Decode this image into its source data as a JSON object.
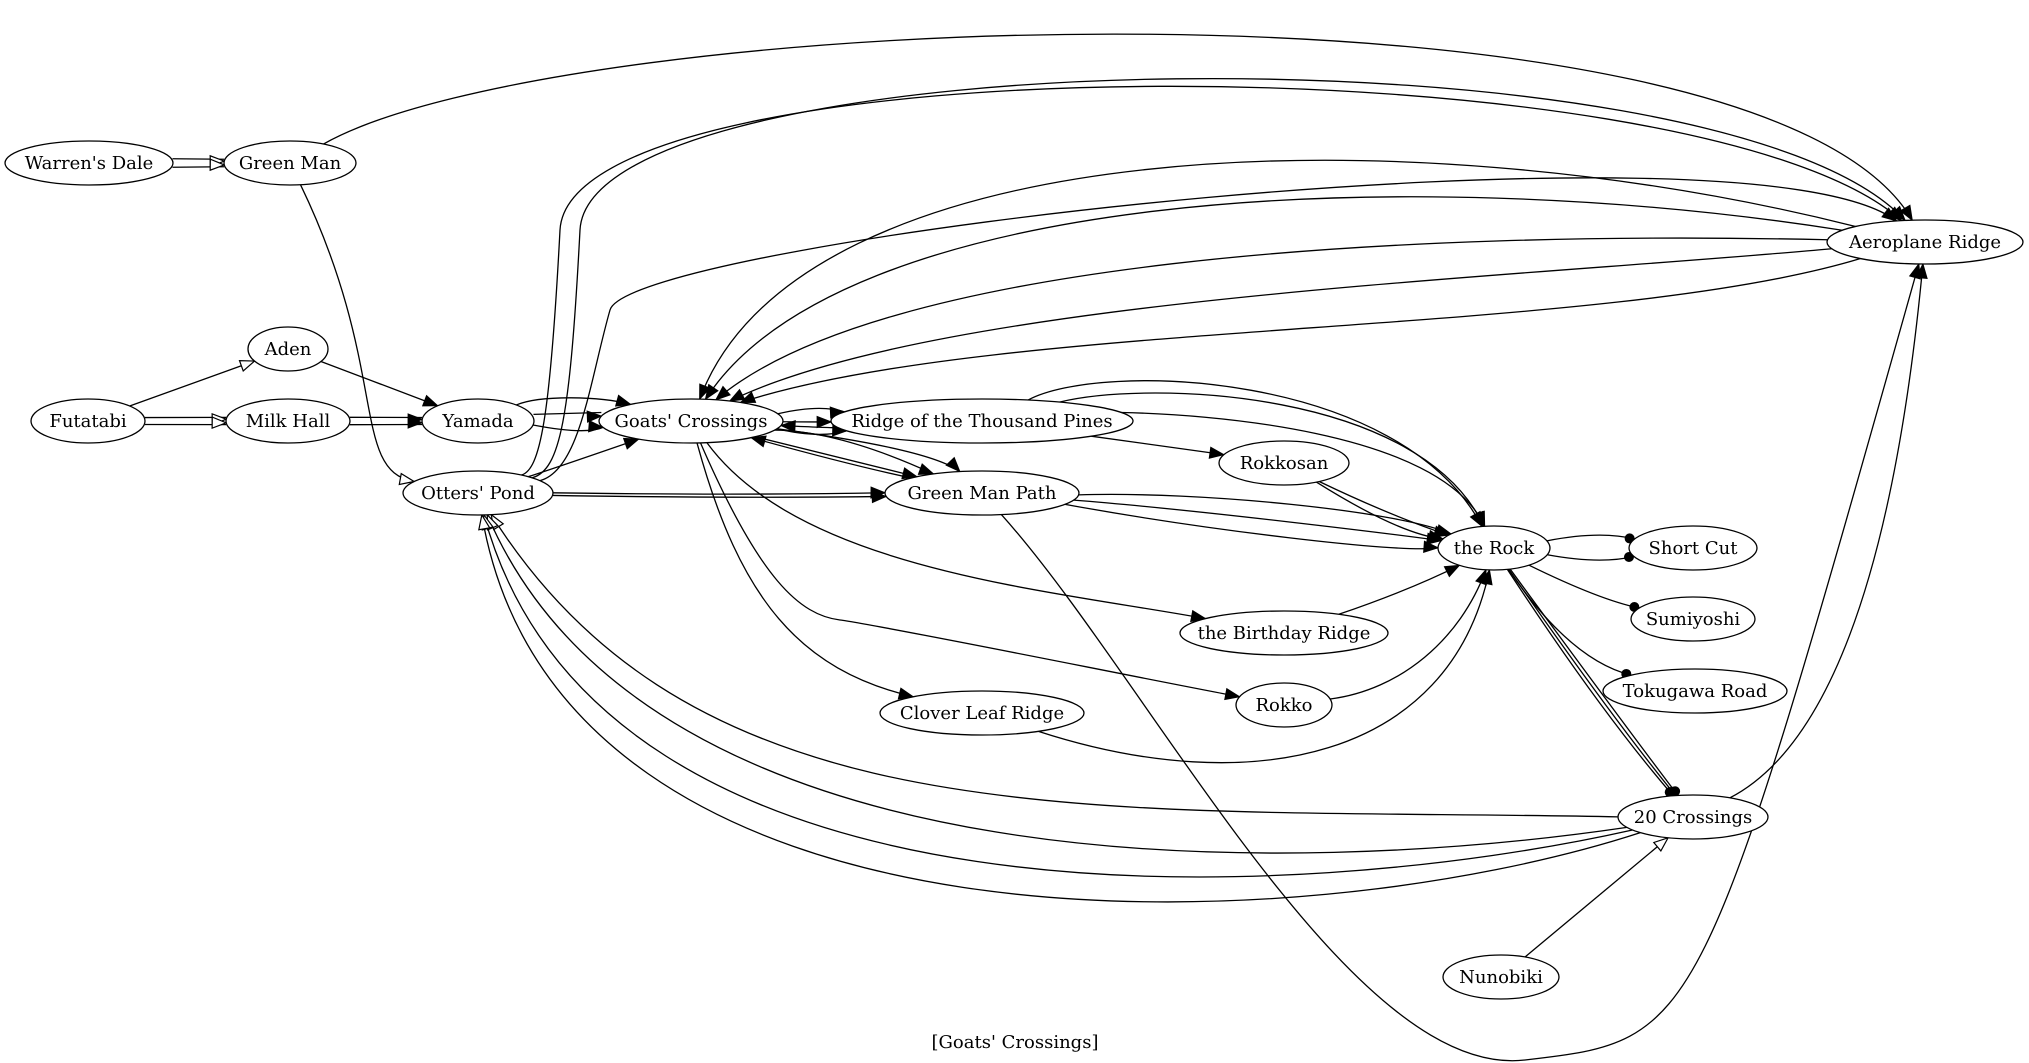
{
  "caption": "[Goats' Crossings]",
  "nodes": [
    {
      "id": "warrens_dale",
      "label": "Warren's Dale"
    },
    {
      "id": "green_man",
      "label": "Green Man"
    },
    {
      "id": "aden",
      "label": "Aden"
    },
    {
      "id": "futatabi",
      "label": "Futatabi"
    },
    {
      "id": "milk_hall",
      "label": "Milk Hall"
    },
    {
      "id": "yamada",
      "label": "Yamada"
    },
    {
      "id": "otters_pond",
      "label": "Otters' Pond"
    },
    {
      "id": "goats_crossings",
      "label": "Goats' Crossings"
    },
    {
      "id": "ridge_pines",
      "label": "Ridge of the Thousand Pines"
    },
    {
      "id": "green_man_path",
      "label": "Green Man Path"
    },
    {
      "id": "rokkosan",
      "label": "Rokkosan"
    },
    {
      "id": "the_rock",
      "label": "the Rock"
    },
    {
      "id": "short_cut",
      "label": "Short Cut"
    },
    {
      "id": "sumiyoshi",
      "label": "Sumiyoshi"
    },
    {
      "id": "tokugawa_road",
      "label": "Tokugawa Road"
    },
    {
      "id": "birthday_ridge",
      "label": "the Birthday Ridge"
    },
    {
      "id": "rokko",
      "label": "Rokko"
    },
    {
      "id": "clover_leaf_ridge",
      "label": "Clover Leaf Ridge"
    },
    {
      "id": "aeroplane_ridge",
      "label": "Aeroplane Ridge"
    },
    {
      "id": "twenty_crossings",
      "label": "20 Crossings"
    },
    {
      "id": "nunobiki",
      "label": "Nunobiki"
    }
  ],
  "edges": [
    {
      "from": "warrens_dale",
      "to": "green_man",
      "head": "open"
    },
    {
      "from": "warrens_dale",
      "to": "green_man",
      "head": "open"
    },
    {
      "from": "green_man",
      "to": "aeroplane_ridge",
      "head": "filled"
    },
    {
      "from": "green_man",
      "to": "otters_pond",
      "head": "open"
    },
    {
      "from": "futatabi",
      "to": "aden",
      "head": "open"
    },
    {
      "from": "futatabi",
      "to": "milk_hall",
      "head": "open"
    },
    {
      "from": "futatabi",
      "to": "milk_hall",
      "head": "open"
    },
    {
      "from": "aden",
      "to": "yamada",
      "head": "filled"
    },
    {
      "from": "milk_hall",
      "to": "yamada",
      "head": "filled"
    },
    {
      "from": "milk_hall",
      "to": "yamada",
      "head": "filled"
    },
    {
      "from": "yamada",
      "to": "goats_crossings",
      "head": "filled"
    },
    {
      "from": "yamada",
      "to": "goats_crossings",
      "head": "filled"
    },
    {
      "from": "yamada",
      "to": "goats_crossings",
      "head": "filled"
    },
    {
      "from": "otters_pond",
      "to": "goats_crossings",
      "head": "filled"
    },
    {
      "from": "otters_pond",
      "to": "green_man_path",
      "head": "filled"
    },
    {
      "from": "otters_pond",
      "to": "green_man_path",
      "head": "filled"
    },
    {
      "from": "otters_pond",
      "to": "aeroplane_ridge",
      "head": "filled"
    },
    {
      "from": "otters_pond",
      "to": "aeroplane_ridge",
      "head": "filled"
    },
    {
      "from": "otters_pond",
      "to": "aeroplane_ridge",
      "head": "filled"
    },
    {
      "from": "goats_crossings",
      "to": "ridge_pines",
      "head": "filled"
    },
    {
      "from": "goats_crossings",
      "to": "ridge_pines",
      "head": "filled"
    },
    {
      "from": "goats_crossings",
      "to": "ridge_pines",
      "head": "filled"
    },
    {
      "from": "goats_crossings",
      "to": "green_man_path",
      "head": "filled"
    },
    {
      "from": "goats_crossings",
      "to": "green_man_path",
      "head": "filled"
    },
    {
      "from": "goats_crossings",
      "to": "green_man_path",
      "head": "filled"
    },
    {
      "from": "goats_crossings",
      "to": "birthday_ridge",
      "head": "filled"
    },
    {
      "from": "goats_crossings",
      "to": "rokko",
      "head": "filled"
    },
    {
      "from": "goats_crossings",
      "to": "clover_leaf_ridge",
      "head": "filled"
    },
    {
      "from": "ridge_pines",
      "to": "goats_crossings",
      "head": "filled"
    },
    {
      "from": "ridge_pines",
      "to": "rokkosan",
      "head": "filled"
    },
    {
      "from": "ridge_pines",
      "to": "the_rock",
      "head": "filled"
    },
    {
      "from": "ridge_pines",
      "to": "the_rock",
      "head": "filled"
    },
    {
      "from": "ridge_pines",
      "to": "the_rock",
      "head": "filled"
    },
    {
      "from": "green_man_path",
      "to": "goats_crossings",
      "head": "filled"
    },
    {
      "from": "green_man_path",
      "to": "the_rock",
      "head": "filled"
    },
    {
      "from": "green_man_path",
      "to": "the_rock",
      "head": "filled"
    },
    {
      "from": "green_man_path",
      "to": "the_rock",
      "head": "filled"
    },
    {
      "from": "green_man_path",
      "to": "aeroplane_ridge",
      "head": "filled"
    },
    {
      "from": "rokkosan",
      "to": "the_rock",
      "head": "filled"
    },
    {
      "from": "rokkosan",
      "to": "the_rock",
      "head": "filled"
    },
    {
      "from": "birthday_ridge",
      "to": "the_rock",
      "head": "filled"
    },
    {
      "from": "rokko",
      "to": "the_rock",
      "head": "filled"
    },
    {
      "from": "clover_leaf_ridge",
      "to": "the_rock",
      "head": "filled"
    },
    {
      "from": "the_rock",
      "to": "short_cut",
      "head": "dot"
    },
    {
      "from": "the_rock",
      "to": "short_cut",
      "head": "dot"
    },
    {
      "from": "the_rock",
      "to": "sumiyoshi",
      "head": "dot"
    },
    {
      "from": "the_rock",
      "to": "tokugawa_road",
      "head": "dot"
    },
    {
      "from": "the_rock",
      "to": "twenty_crossings",
      "head": "dot"
    },
    {
      "from": "the_rock",
      "to": "twenty_crossings",
      "head": "dot"
    },
    {
      "from": "the_rock",
      "to": "twenty_crossings",
      "head": "dot"
    },
    {
      "from": "aeroplane_ridge",
      "to": "goats_crossings",
      "head": "filled"
    },
    {
      "from": "aeroplane_ridge",
      "to": "goats_crossings",
      "head": "filled"
    },
    {
      "from": "aeroplane_ridge",
      "to": "goats_crossings",
      "head": "filled"
    },
    {
      "from": "aeroplane_ridge",
      "to": "goats_crossings",
      "head": "filled"
    },
    {
      "from": "aeroplane_ridge",
      "to": "goats_crossings",
      "head": "filled"
    },
    {
      "from": "twenty_crossings",
      "to": "otters_pond",
      "head": "open"
    },
    {
      "from": "twenty_crossings",
      "to": "otters_pond",
      "head": "open"
    },
    {
      "from": "twenty_crossings",
      "to": "otters_pond",
      "head": "open"
    },
    {
      "from": "twenty_crossings",
      "to": "otters_pond",
      "head": "open"
    },
    {
      "from": "twenty_crossings",
      "to": "aeroplane_ridge",
      "head": "filled"
    },
    {
      "from": "nunobiki",
      "to": "twenty_crossings",
      "head": "open"
    }
  ]
}
